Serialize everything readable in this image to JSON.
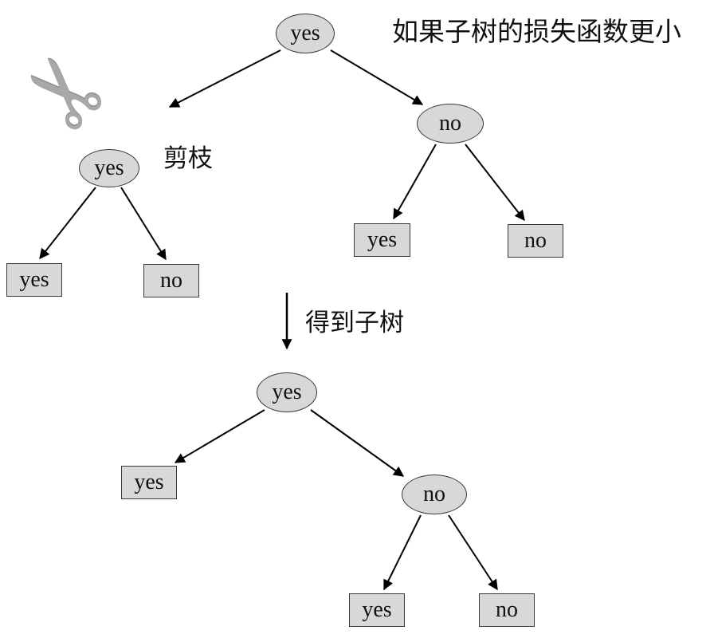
{
  "diagram": {
    "condition_note": "如果子树的损失函数更小",
    "prune_label": "剪枝",
    "transform_label": "得到子树",
    "scissors_icon": "✂"
  },
  "top_tree": {
    "root": "yes",
    "left_child": "yes",
    "right_child": "no",
    "left_leaves": [
      "yes",
      "no"
    ],
    "right_leaves": [
      "yes",
      "no"
    ]
  },
  "bottom_tree": {
    "root": "yes",
    "left_leaf": "yes",
    "right_child": "no",
    "right_leaves": [
      "yes",
      "no"
    ]
  },
  "colors": {
    "node_fill": "#d8d8d8",
    "node_border": "#3a3a3a",
    "arrow": "#000000"
  }
}
